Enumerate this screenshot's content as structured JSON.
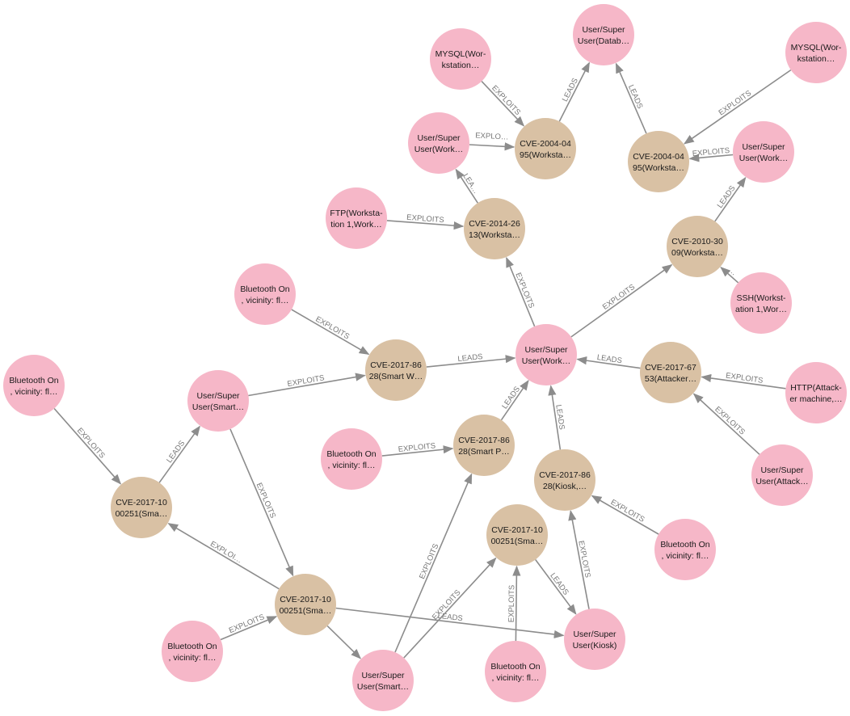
{
  "colors": {
    "vulnerability_node": "#f6b7c8",
    "cve_node": "#d9c1a4",
    "edge": "#8c8c8c",
    "edge_label": "#777777"
  },
  "nodes": [
    {
      "id": "p1",
      "kind": "pink",
      "lines": [
        "MYSQL(Wor-",
        "kstation…"
      ]
    },
    {
      "id": "p2",
      "kind": "pink",
      "lines": [
        "User/Super",
        "User(Datab…"
      ]
    },
    {
      "id": "p3",
      "kind": "pink",
      "lines": [
        "MYSQL(Wor-",
        "kstation…"
      ]
    },
    {
      "id": "p4",
      "kind": "pink",
      "lines": [
        "User/Super",
        "User(Work…"
      ]
    },
    {
      "id": "p5",
      "kind": "pink",
      "lines": [
        "User/Super",
        "User(Work…"
      ]
    },
    {
      "id": "p6",
      "kind": "pink",
      "lines": [
        "FTP(Worksta-",
        "tion 1,Work…"
      ]
    },
    {
      "id": "p7",
      "kind": "pink",
      "lines": [
        "SSH(Workst-",
        "ation 1,Wor…"
      ]
    },
    {
      "id": "p8",
      "kind": "pink",
      "lines": [
        "Bluetooth On",
        ", vicinity: fl…"
      ]
    },
    {
      "id": "p9",
      "kind": "pink",
      "lines": [
        "User/Super",
        "User(Work…"
      ]
    },
    {
      "id": "p10",
      "kind": "pink",
      "lines": [
        "Bluetooth On",
        ", vicinity: fl…"
      ]
    },
    {
      "id": "p11",
      "kind": "pink",
      "lines": [
        "User/Super",
        "User(Smart…"
      ]
    },
    {
      "id": "p12",
      "kind": "pink",
      "lines": [
        "HTTP(Attack-",
        "er machine,…"
      ]
    },
    {
      "id": "p13",
      "kind": "pink",
      "lines": [
        "Bluetooth On",
        ", vicinity: fl…"
      ]
    },
    {
      "id": "p14",
      "kind": "pink",
      "lines": [
        "User/Super",
        "User(Attack…"
      ]
    },
    {
      "id": "p15",
      "kind": "pink",
      "lines": [
        "Bluetooth On",
        ", vicinity: fl…"
      ]
    },
    {
      "id": "p16",
      "kind": "pink",
      "lines": [
        "Bluetooth On",
        ", vicinity: fl…"
      ]
    },
    {
      "id": "p17",
      "kind": "pink",
      "lines": [
        "User/Super",
        "User(Kiosk)"
      ]
    },
    {
      "id": "p18",
      "kind": "pink",
      "lines": [
        "Bluetooth On",
        ", vicinity: fl…"
      ]
    },
    {
      "id": "p19",
      "kind": "pink",
      "lines": [
        "User/Super",
        "User(Smart…"
      ]
    },
    {
      "id": "t1",
      "kind": "tan",
      "lines": [
        "CVE-2004-04",
        "95(Worksta…"
      ]
    },
    {
      "id": "t2",
      "kind": "tan",
      "lines": [
        "CVE-2004-04",
        "95(Worksta…"
      ]
    },
    {
      "id": "t3",
      "kind": "tan",
      "lines": [
        "CVE-2014-26",
        "13(Worksta…"
      ]
    },
    {
      "id": "t4",
      "kind": "tan",
      "lines": [
        "CVE-2010-30",
        "09(Worksta…"
      ]
    },
    {
      "id": "t5",
      "kind": "tan",
      "lines": [
        "CVE-2017-86",
        "28(Smart W…"
      ]
    },
    {
      "id": "t6",
      "kind": "tan",
      "lines": [
        "CVE-2017-67",
        "53(Attacker…"
      ]
    },
    {
      "id": "t7",
      "kind": "tan",
      "lines": [
        "CVE-2017-86",
        "28(Smart P…"
      ]
    },
    {
      "id": "t8",
      "kind": "tan",
      "lines": [
        "CVE-2017-86",
        "28(Kiosk,…"
      ]
    },
    {
      "id": "t9",
      "kind": "tan",
      "lines": [
        "CVE-2017-10",
        "00251(Sma…"
      ]
    },
    {
      "id": "t10",
      "kind": "tan",
      "lines": [
        "CVE-2017-10",
        "00251(Sma…"
      ]
    },
    {
      "id": "t11",
      "kind": "tan",
      "lines": [
        "CVE-2017-10",
        "00251(Sma…"
      ]
    }
  ],
  "edges": [
    {
      "from": "p1",
      "to": "t1",
      "label": "EXPLOITS"
    },
    {
      "from": "t1",
      "to": "p2",
      "label": "LEADS"
    },
    {
      "from": "p3",
      "to": "t2",
      "label": "EXPLOITS"
    },
    {
      "from": "t2",
      "to": "p2",
      "label": "LEADS"
    },
    {
      "from": "p4",
      "to": "t1",
      "label": "EXPLO…"
    },
    {
      "from": "p5",
      "to": "t2",
      "label": "EXPLOITS"
    },
    {
      "from": "t3",
      "to": "p4",
      "label": "LEA…"
    },
    {
      "from": "p6",
      "to": "t3",
      "label": "EXPLOITS"
    },
    {
      "from": "t4",
      "to": "p5",
      "label": "LEADS"
    },
    {
      "from": "p7",
      "to": "t4",
      "label": "…"
    },
    {
      "from": "p9",
      "to": "t3",
      "label": "EXPLOITS"
    },
    {
      "from": "p9",
      "to": "t4",
      "label": "EXPLOITS"
    },
    {
      "from": "p8",
      "to": "t5",
      "label": "EXPLOITS"
    },
    {
      "from": "t5",
      "to": "p9",
      "label": "LEADS"
    },
    {
      "from": "t6",
      "to": "p9",
      "label": "LEADS"
    },
    {
      "from": "p12",
      "to": "t6",
      "label": "EXPLOITS"
    },
    {
      "from": "p14",
      "to": "t6",
      "label": "EXPLOITS"
    },
    {
      "from": "p11",
      "to": "t5",
      "label": "EXPLOITS"
    },
    {
      "from": "p10",
      "to": "t9",
      "label": "EXPLOITS"
    },
    {
      "from": "t9",
      "to": "p11",
      "label": "LEADS"
    },
    {
      "from": "p11",
      "to": "t11",
      "label": "EXPLOITS"
    },
    {
      "from": "p13",
      "to": "t7",
      "label": "EXPLOITS"
    },
    {
      "from": "t7",
      "to": "p9",
      "label": "LEADS"
    },
    {
      "from": "t8",
      "to": "p9",
      "label": "LEADS"
    },
    {
      "from": "p15",
      "to": "t8",
      "label": "EXPLOITS"
    },
    {
      "from": "p17",
      "to": "t8",
      "label": "EXPLOITS"
    },
    {
      "from": "t10",
      "to": "p17",
      "label": "LEADS"
    },
    {
      "from": "p18",
      "to": "t10",
      "label": "EXPLOITS"
    },
    {
      "from": "p16",
      "to": "t11",
      "label": "EXPLOITS"
    },
    {
      "from": "t11",
      "to": "t9",
      "label": "EXPLOI…"
    },
    {
      "from": "t11",
      "to": "p17",
      "label": "LEADS"
    },
    {
      "from": "p19",
      "to": "t7",
      "label": "EXPLOITS"
    },
    {
      "from": "p19",
      "to": "t10",
      "label": "EXPLOITS"
    },
    {
      "from": "t11",
      "to": "p19",
      "label": ""
    }
  ]
}
